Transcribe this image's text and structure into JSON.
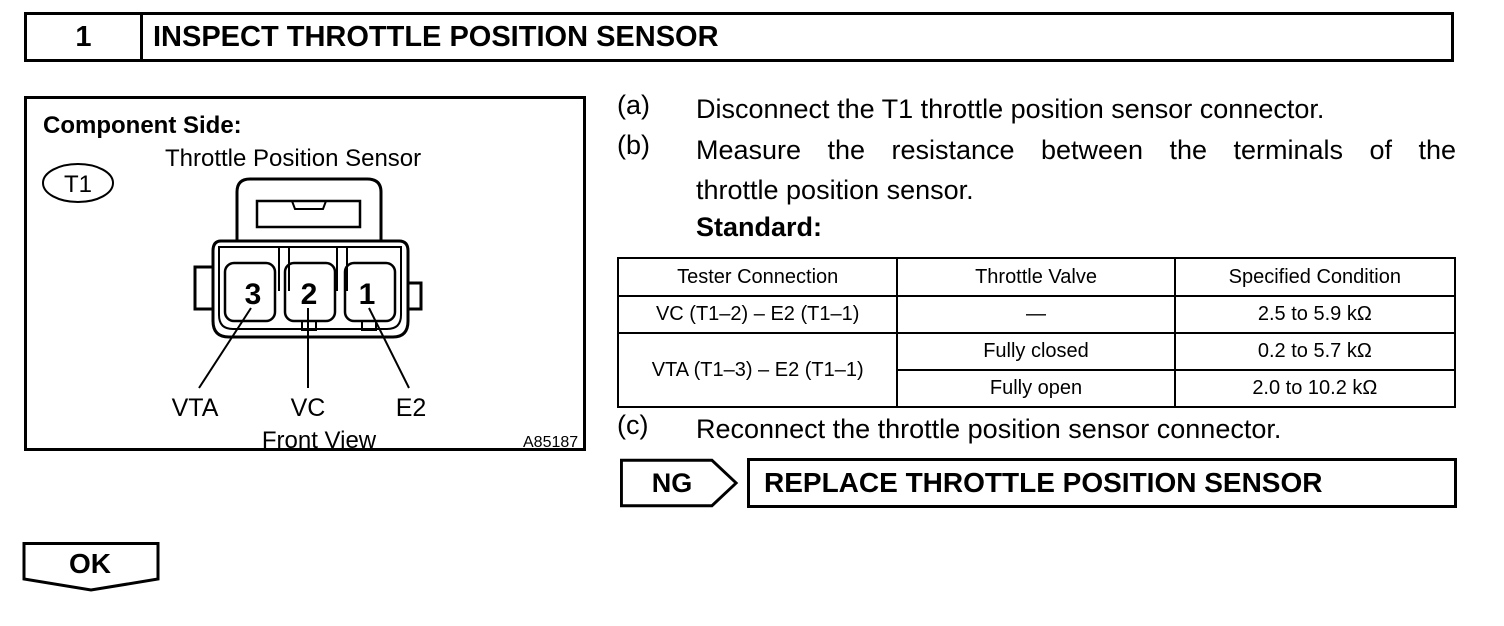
{
  "header": {
    "number": "1",
    "title": "INSPECT THROTTLE POSITION SENSOR"
  },
  "figure": {
    "component_side": "Component Side:",
    "connector_id": "T1",
    "sensor_name": "Throttle Position Sensor",
    "pins": [
      "3",
      "2",
      "1"
    ],
    "terminals": [
      "VTA",
      "VC",
      "E2"
    ],
    "view": "Front View",
    "code": "A85187"
  },
  "steps": {
    "a": {
      "label": "(a)",
      "text": "Disconnect the T1 throttle position sensor connector."
    },
    "b": {
      "label": "(b)",
      "text_line1": "Measure the resistance between the terminals of the",
      "text_line2": "throttle position sensor."
    },
    "standard": "Standard:",
    "c": {
      "label": "(c)",
      "text": "Reconnect the throttle position sensor connector."
    }
  },
  "table": {
    "headers": [
      "Tester Connection",
      "Throttle Valve",
      "Specified Condition"
    ],
    "rows": [
      [
        "VC (T1–2) – E2 (T1–1)",
        "—",
        "2.5 to 5.9 kΩ"
      ],
      [
        "VTA (T1–3) – E2 (T1–1)",
        "Fully closed",
        "0.2 to 5.7 kΩ"
      ],
      [
        "",
        "Fully open",
        "2.0 to 10.2 kΩ"
      ]
    ]
  },
  "ng": {
    "label": "NG",
    "action": "REPLACE THROTTLE POSITION SENSOR"
  },
  "ok": {
    "label": "OK"
  }
}
